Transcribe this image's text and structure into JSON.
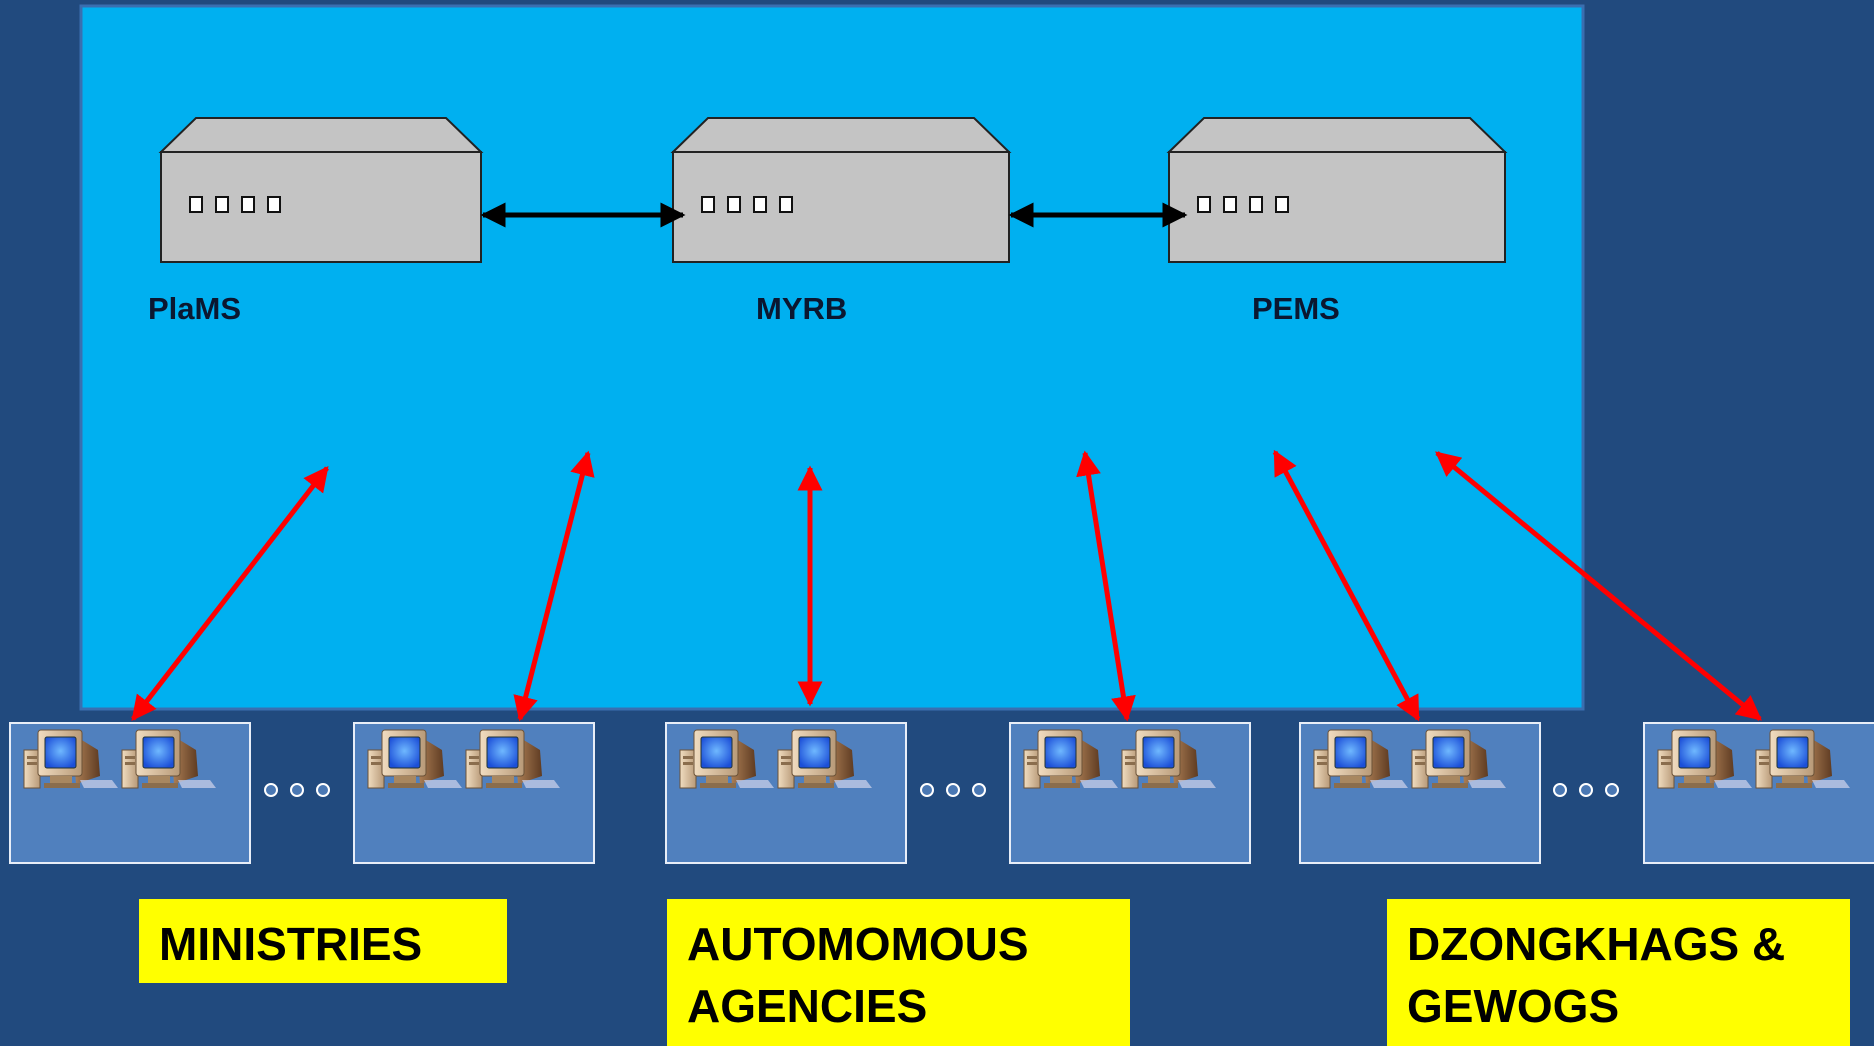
{
  "colors": {
    "background": "#214a7e",
    "system_panel": "#00b0f0",
    "server_body": "#c4c4c4",
    "link_arrow": "#000000",
    "access_arrow": "#ff0000",
    "workstation_box": "#5080be",
    "label_fill": "#ffff00"
  },
  "servers": [
    {
      "label": "PlaMS",
      "icon": "server-icon"
    },
    {
      "label": "MYRB",
      "icon": "server-icon"
    },
    {
      "label": "PEMS",
      "icon": "server-icon"
    }
  ],
  "workstation_icon": "computer-icon",
  "groups": [
    {
      "line1": "MINISTRIES",
      "line2": ""
    },
    {
      "line1": "AUTOMOMOUS",
      "line2": "AGENCIES"
    },
    {
      "line1": "DZONGKHAGS &",
      "line2": "GEWOGS"
    }
  ]
}
